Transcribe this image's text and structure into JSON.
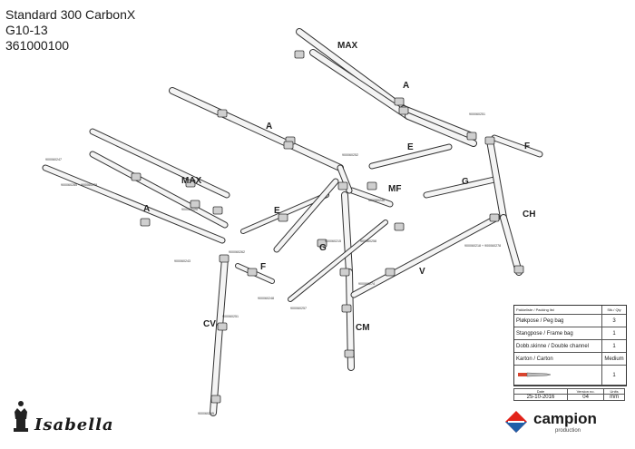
{
  "header": {
    "title": "Standard 300 CarbonX",
    "code": "G10-13",
    "article": "361000100"
  },
  "labels": {
    "max_top": "MAX",
    "max_left": "MAX",
    "a_top_right": "A",
    "a_center": "A",
    "a_left": "A",
    "e_upper": "E",
    "e_left": "E",
    "f_right": "F",
    "f_left": "F",
    "g_right": "G",
    "g_center": "G",
    "mf": "MF",
    "ch": "CH",
    "cv": "CV",
    "cm": "CM",
    "v": "V"
  },
  "part_numbers": {
    "p1": "900060247",
    "p2": "900060285 + 900060279",
    "p3": "900060120",
    "p4": "900060243",
    "p5": "900060251",
    "p6": "900060252",
    "p7": "900060248",
    "p8": "900060262",
    "p9": "900060246",
    "p10": "900060215",
    "p11": "900060258",
    "p12": "900060257",
    "p13": "900060218 + 900060278",
    "p14": "900060274",
    "p15": "900060251",
    "p16": "900060295"
  },
  "packing": {
    "header_item": "Pakkeliste / Packing list",
    "header_qty": "Stk./ Qty",
    "rows": [
      {
        "item": "Pløkpose / Peg bag",
        "qty": "3"
      },
      {
        "item": "Stangpose / Frame bag",
        "qty": "1"
      },
      {
        "item": "Dobb.skinne / Double channel",
        "qty": "1"
      },
      {
        "item": "Karton / Carton",
        "qty": "Medium"
      },
      {
        "item": "",
        "qty": "1"
      }
    ]
  },
  "meta": {
    "date_label": "Date",
    "version_label": "Version no.",
    "units_label": "Units",
    "date": "25-10-2016",
    "version": "04",
    "units": "mm"
  },
  "brands": {
    "left": "Isabella",
    "right": "campion",
    "right_sub": "production"
  },
  "colors": {
    "tube_fill": "#f4f4f4",
    "tube_stroke": "#333333",
    "joint_fill": "#cfcfcf",
    "campion_red": "#e2231a",
    "campion_blue": "#1f5fa8"
  }
}
